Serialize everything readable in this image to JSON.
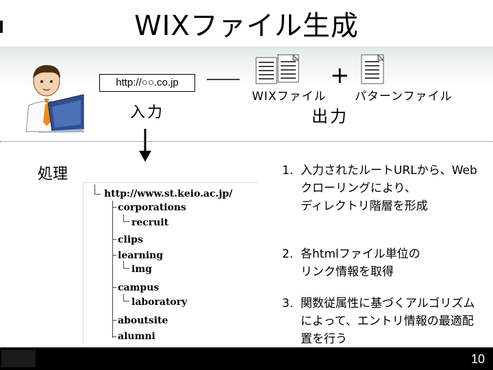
{
  "slide": {
    "title": "WIXファイル生成",
    "url": "http://○○.co.jp",
    "input_label": "入力",
    "process_label": "処理",
    "output_label": "出力",
    "plus": "+",
    "wix_file_label": "WIXファイル",
    "pattern_file_label": "パターンファイル",
    "page_number": "10"
  },
  "tree": {
    "root": "http://www.st.keio.ac.jp/",
    "items": [
      "corporations",
      "recruit",
      "clips",
      "learning",
      "img",
      "campus",
      "laboratory",
      "aboutsite",
      "alumni"
    ]
  },
  "steps": [
    {
      "num": "1.",
      "text": "入力されたルートURLから、Webクローリングにより、\nディレクトリ階層を形成"
    },
    {
      "num": "2.",
      "text": "各htmlファイル単位の\nリンク情報を取得"
    },
    {
      "num": "3.",
      "text": "関数従属性に基づくアルゴリズムによって、エントリ情報の最適配置を行う"
    }
  ],
  "icons": [
    "person-at-laptop-icon",
    "wix-file-icon",
    "pattern-file-icon",
    "right-arrow-icon",
    "down-arrow-icon"
  ]
}
